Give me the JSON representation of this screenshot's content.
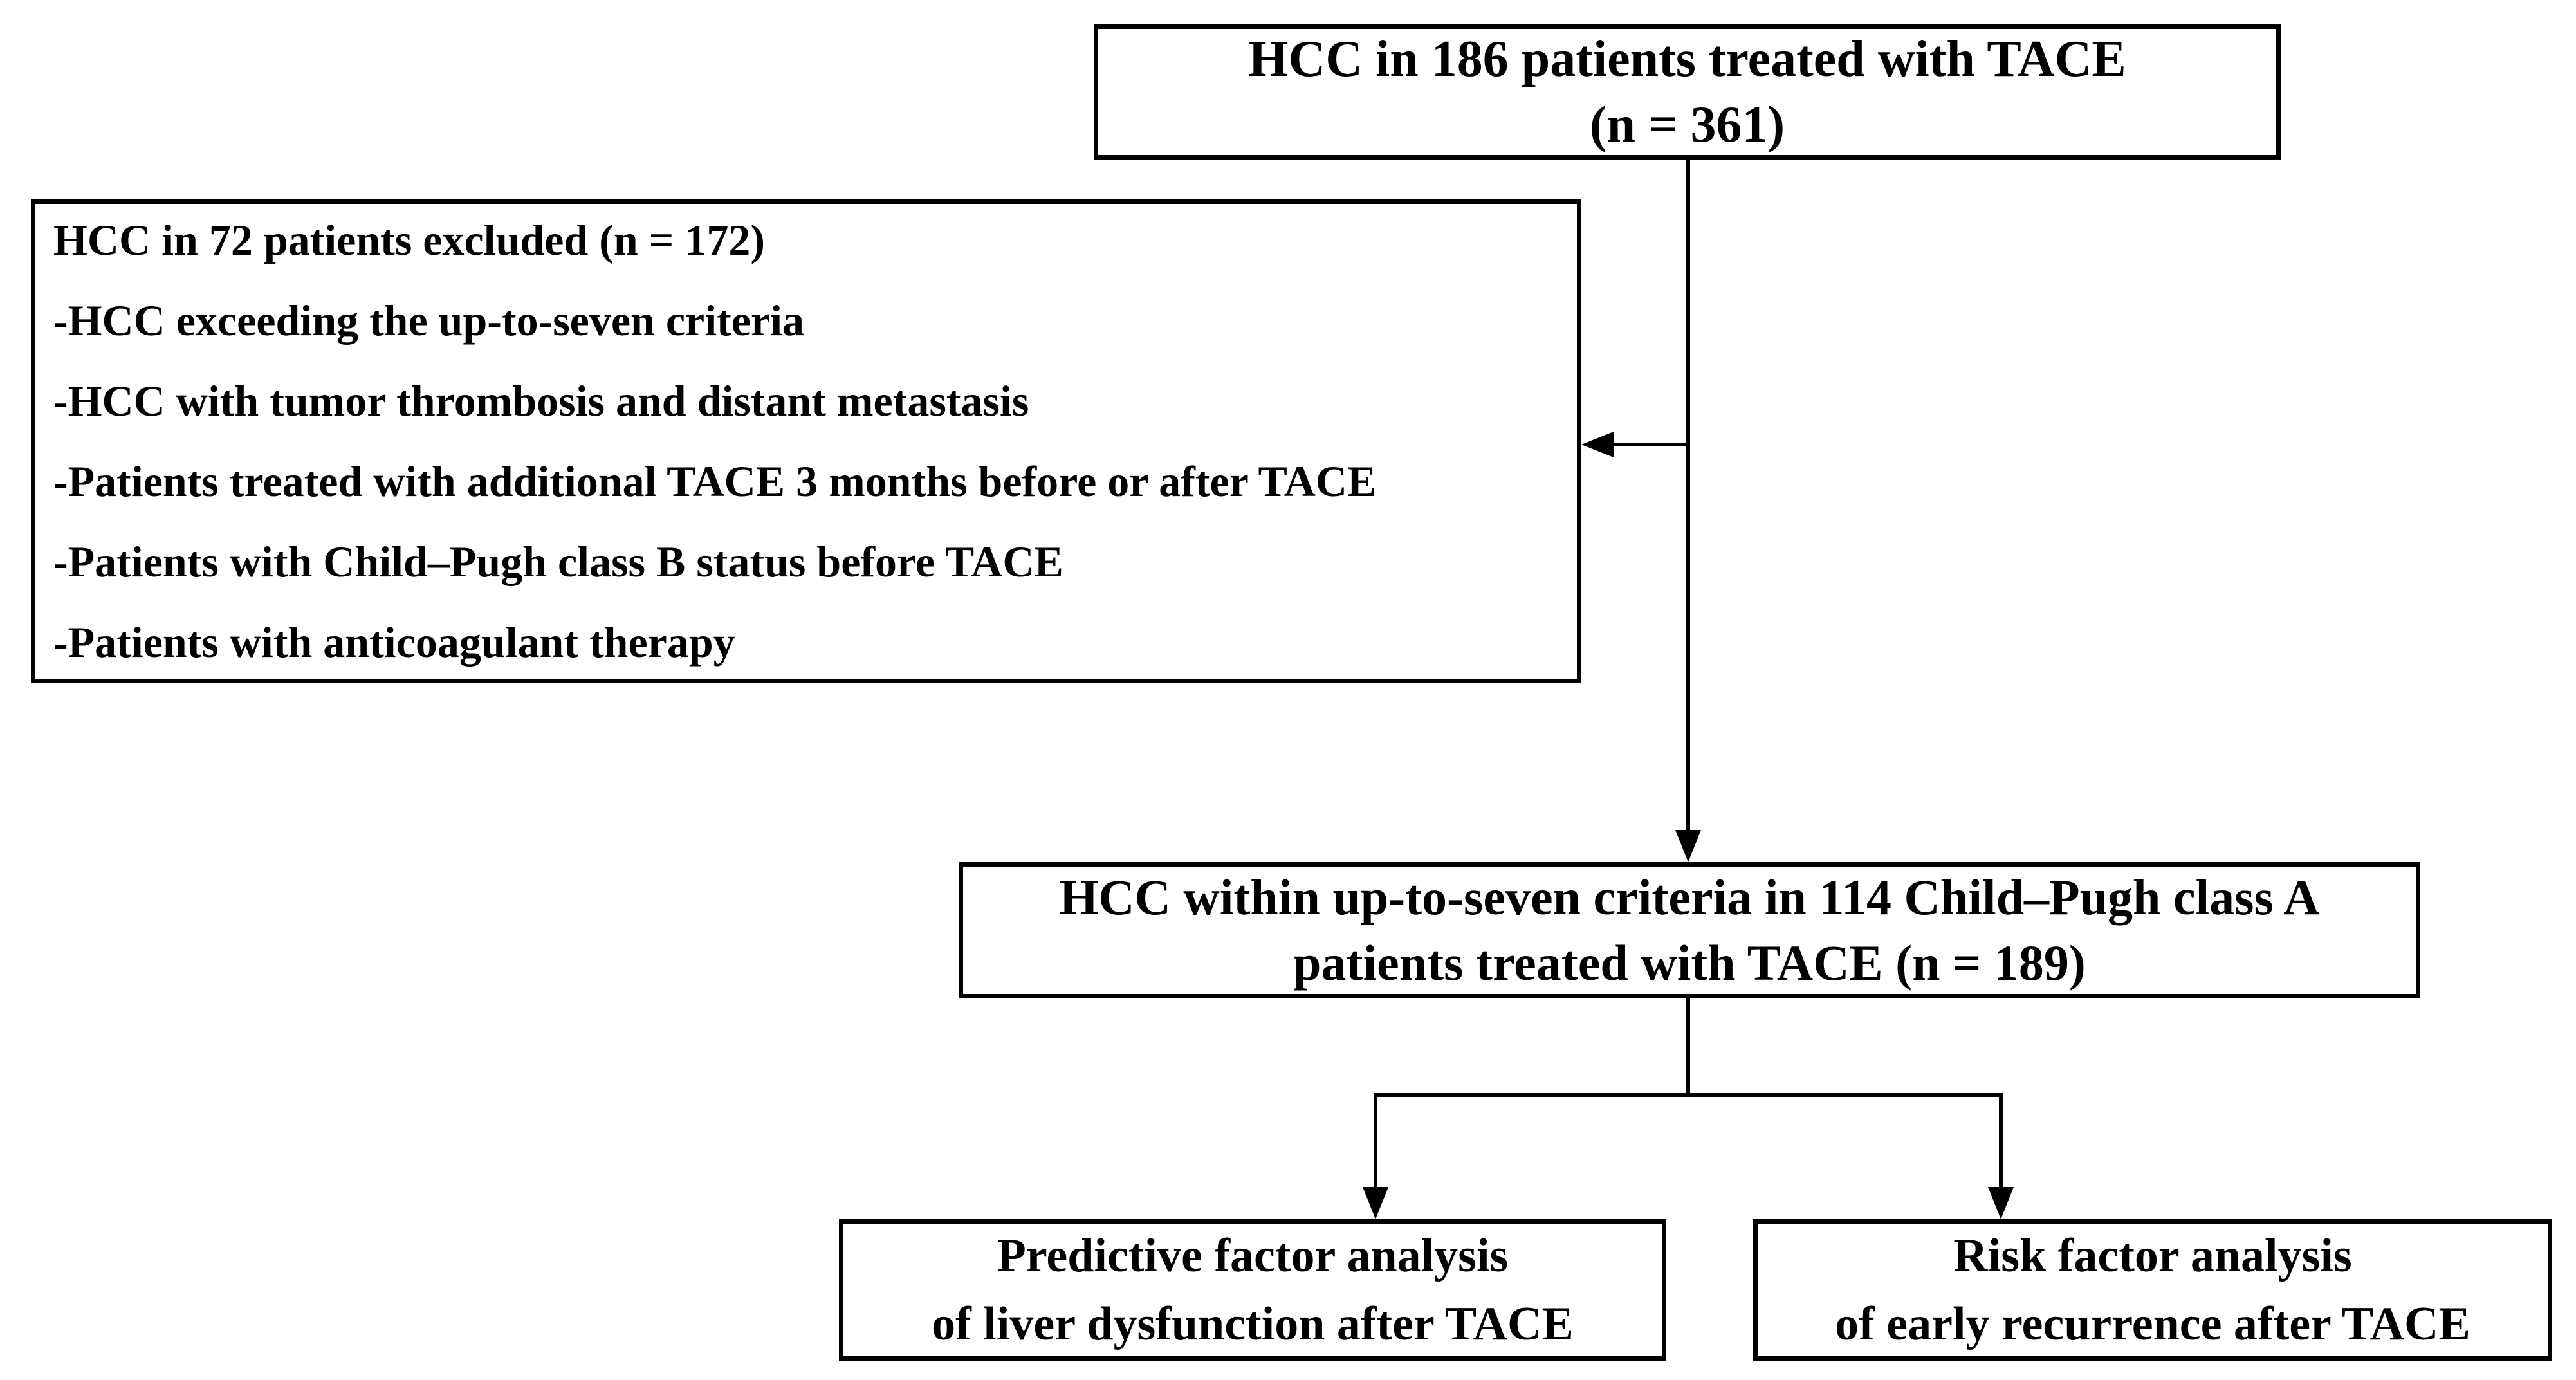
{
  "diagram": {
    "type": "study-flowchart",
    "colors": {
      "background": "#ffffff",
      "line": "#000000",
      "text": "#000000"
    },
    "boxes": {
      "initial": {
        "lines": [
          "HCC in 186 patients treated with TACE",
          "(n = 361)"
        ]
      },
      "excluded": {
        "lines": [
          "HCC in 72 patients excluded (n = 172)",
          "-HCC exceeding the up-to-seven criteria",
          "-HCC with tumor thrombosis and distant metastasis",
          "-Patients treated with additional TACE 3 months before or after TACE",
          "-Patients with Child–Pugh class B status before TACE",
          "-Patients with anticoagulant therapy"
        ]
      },
      "eligible": {
        "lines": [
          "HCC within up-to-seven criteria in 114 Child–Pugh class A",
          "patients treated with TACE (n = 189)"
        ]
      },
      "liver_dysfunction": {
        "lines": [
          "Predictive factor analysis",
          "of liver dysfunction after TACE"
        ]
      },
      "early_recurrence": {
        "lines": [
          "Risk factor analysis",
          "of early recurrence after TACE"
        ]
      }
    },
    "edges": [
      {
        "from": "initial",
        "to": "eligible",
        "type": "arrow-down"
      },
      {
        "from": "initial-eligible-trunk",
        "to": "excluded",
        "type": "arrow-left"
      },
      {
        "from": "eligible",
        "to": "liver_dysfunction",
        "type": "arrow-down"
      },
      {
        "from": "eligible",
        "to": "early_recurrence",
        "type": "arrow-down"
      }
    ]
  }
}
